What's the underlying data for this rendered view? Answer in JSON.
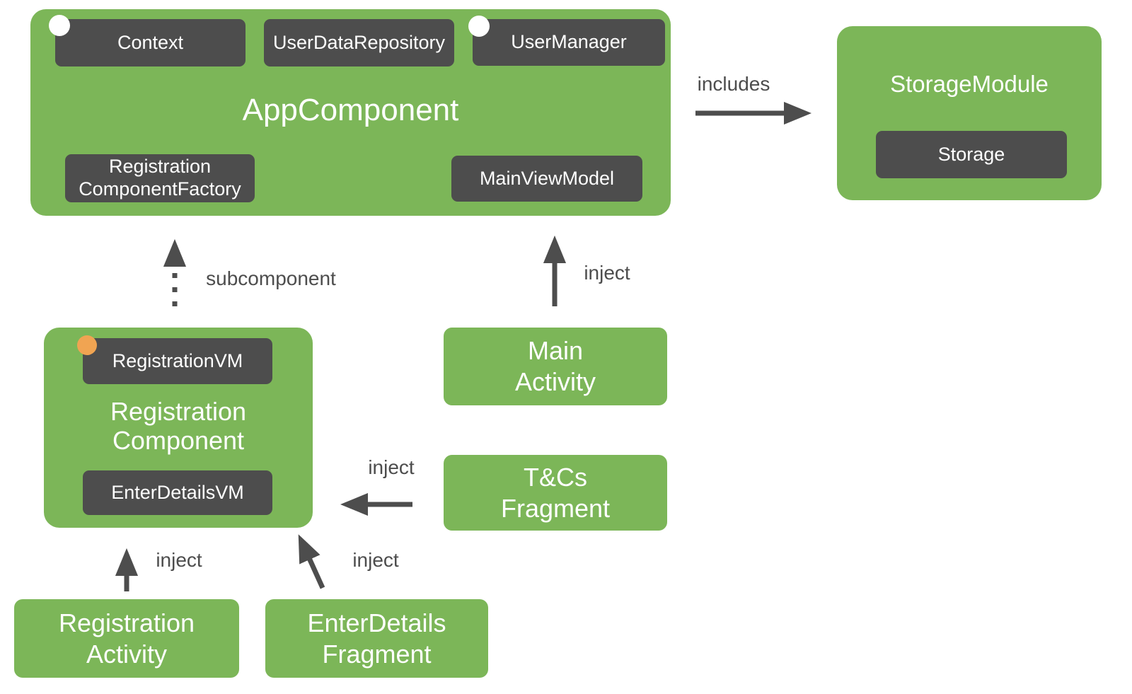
{
  "colors": {
    "green": "#7CB658",
    "dark_box": "#4D4D4D",
    "arrow": "#4D4D4D",
    "label_text": "#4D4D4D",
    "orange_scope_dot": "#F0A452",
    "white_scope_dot": "#FFFFFF"
  },
  "app_component": {
    "title": "AppComponent",
    "context": "Context",
    "user_data_repository": "UserDataRepository",
    "user_manager": "UserManager",
    "registration_component_factory_line1": "Registration",
    "registration_component_factory_line2": "ComponentFactory",
    "main_view_model": "MainViewModel"
  },
  "storage_module": {
    "title": "StorageModule",
    "storage": "Storage"
  },
  "registration_component": {
    "title_line1": "Registration",
    "title_line2": "Component",
    "registration_vm": "RegistrationVM",
    "enter_details_vm": "EnterDetailsVM"
  },
  "main_activity": {
    "line1": "Main",
    "line2": "Activity"
  },
  "tcs_fragment": {
    "line1": "T&Cs",
    "line2": "Fragment"
  },
  "registration_activity": {
    "line1": "Registration",
    "line2": "Activity"
  },
  "enter_details_fragment": {
    "line1": "EnterDetails",
    "line2": "Fragment"
  },
  "labels": {
    "includes": "includes",
    "subcomponent": "subcomponent",
    "inject": "inject"
  }
}
